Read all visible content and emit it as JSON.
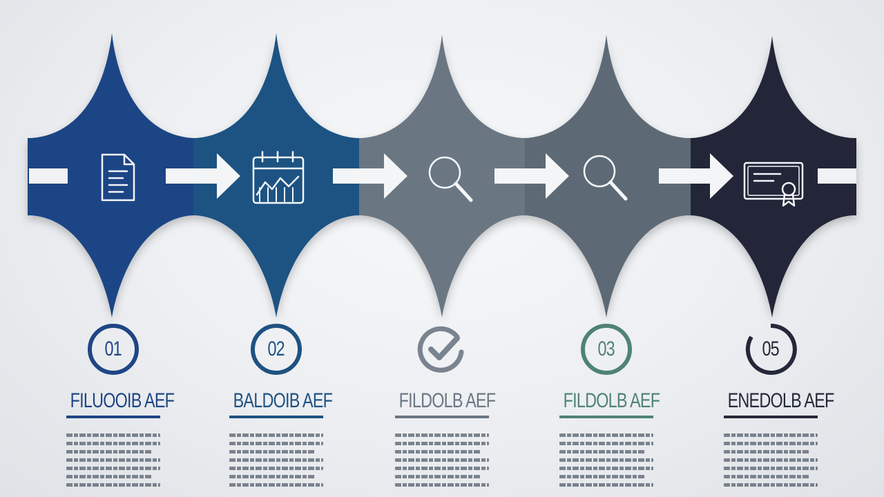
{
  "stages": [
    {
      "number": "01",
      "title": "FILUOOIB AEF",
      "color": "#1f4585",
      "badge_style": "number",
      "icon": "document-icon"
    },
    {
      "number": "02",
      "title": "BALDOIB AEF",
      "color": "#1e5282",
      "badge_style": "number",
      "icon": "calendar-chart-icon"
    },
    {
      "number": "",
      "title": "FILDOLB AEF",
      "color": "#6b7783",
      "badge_style": "check",
      "icon": "magnifier-icon"
    },
    {
      "number": "03",
      "title": "FILDOLB AEF",
      "color": "#5d6b75",
      "badge_style": "number",
      "icon": "magnifier-icon"
    },
    {
      "number": "05",
      "title": "ENEDOLB AEF",
      "color": "#242838",
      "badge_style": "number",
      "icon": "certificate-icon"
    }
  ],
  "colors": {
    "rule_colors": [
      "#1f4585",
      "#1e5282",
      "#6b7783",
      "#4f8372",
      "#242838"
    ],
    "badge_colors": [
      "#1f4585",
      "#1e5282",
      "#7a8490",
      "#4f8372",
      "#242838"
    ]
  }
}
